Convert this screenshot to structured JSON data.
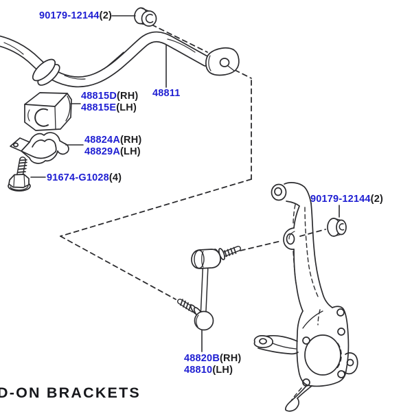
{
  "diagram": {
    "footer_text": "D-ON BRACKETS",
    "colors": {
      "part_number_blue": "#1e1ed2",
      "line_art": "#2b2b2e",
      "text_black": "#1d1d1f",
      "background": "#ffffff"
    },
    "callouts": {
      "nut_top": {
        "number": "90179-12144",
        "qty": "(2)"
      },
      "stabilizer_bar": {
        "number": "48811"
      },
      "bushing_rh": {
        "number": "48815D",
        "side": "(RH)"
      },
      "bushing_lh": {
        "number": "48815E",
        "side": "(LH)"
      },
      "bracket_rh": {
        "number": "48824A",
        "side": "(RH)"
      },
      "bracket_lh": {
        "number": "48829A",
        "side": "(LH)"
      },
      "bolt": {
        "number": "91674-G1028",
        "qty": "(4)"
      },
      "nut_knuckle": {
        "number": "90179-12144",
        "qty": "(2)"
      },
      "link_rh": {
        "number": "48820B",
        "side": "(RH)"
      },
      "link_lh": {
        "number": "48810",
        "side": "(LH)"
      }
    }
  }
}
